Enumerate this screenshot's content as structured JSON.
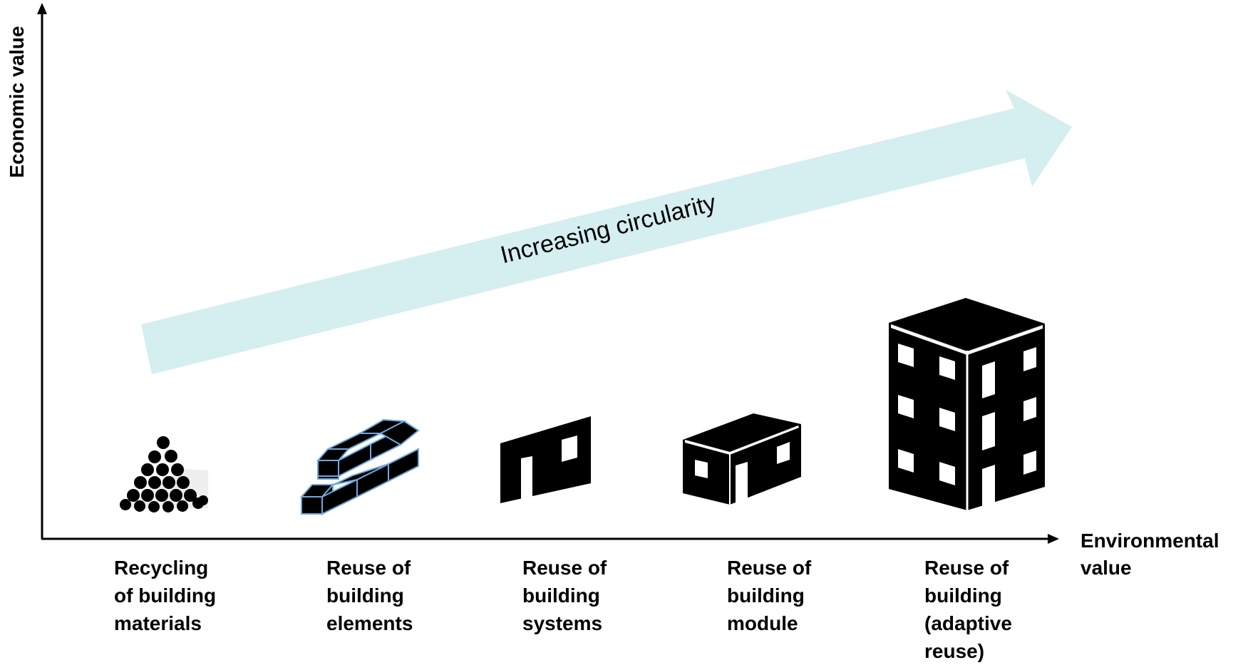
{
  "axes": {
    "y_label": "Economic value",
    "x_label": "Environmental\nvalue"
  },
  "arrow": {
    "label": "Increasing circularity",
    "color": "#d5eef0"
  },
  "categories": [
    {
      "label": "Recycling\nof building\nmaterials",
      "icon": "rubble-pile-icon"
    },
    {
      "label": "Reuse of\nbuilding\nelements",
      "icon": "bricks-icon"
    },
    {
      "label": "Reuse of\nbuilding\nsystems",
      "icon": "wall-panel-icon"
    },
    {
      "label": "Reuse of\nbuilding\nmodule",
      "icon": "building-module-icon"
    },
    {
      "label": "Reuse of\nbuilding\n(adaptive\nreuse)",
      "icon": "multi-storey-building-icon"
    }
  ]
}
